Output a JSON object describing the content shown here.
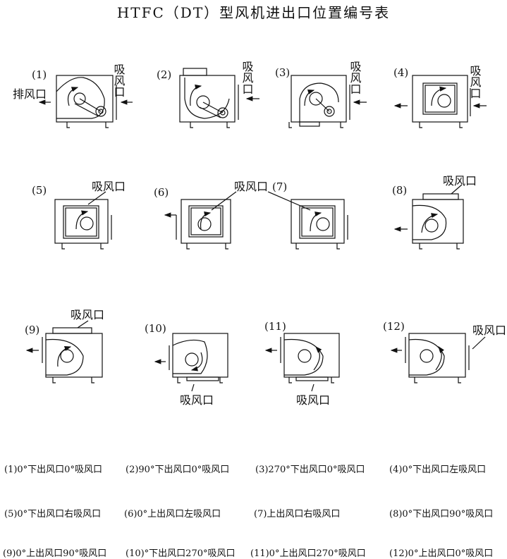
{
  "title": "HTFC（DT）型风机进出口位置编号表",
  "labels": {
    "inlet": "吸风口",
    "outlet": "排风口"
  },
  "figures": [
    {
      "num": "(1)"
    },
    {
      "num": "(2)"
    },
    {
      "num": "(3)"
    },
    {
      "num": "(4)"
    },
    {
      "num": "(5)"
    },
    {
      "num": "(6)"
    },
    {
      "num": "(7)"
    },
    {
      "num": "(8)"
    },
    {
      "num": "(9)"
    },
    {
      "num": "(10)"
    },
    {
      "num": "(11)"
    },
    {
      "num": "(12)"
    }
  ],
  "legend": [
    [
      "(1)0°下出风口0°吸风口",
      "(2)90°下出风口0°吸风口",
      "(3)270°下出风口0°吸风口",
      "(4)0°下出风口左吸风口"
    ],
    [
      "(5)0°下出风口右吸风口",
      "(6)0°上出风口左吸风口",
      "(7)上出风口右吸风口",
      "(8)0°下出风口90°吸风口"
    ],
    [
      "(9)0°上出风口90°吸风口",
      "(10)°下出风口270°吸风口",
      "(11)0°上出风口270°吸风口",
      "(12)0°上出风口0°吸风口"
    ]
  ]
}
